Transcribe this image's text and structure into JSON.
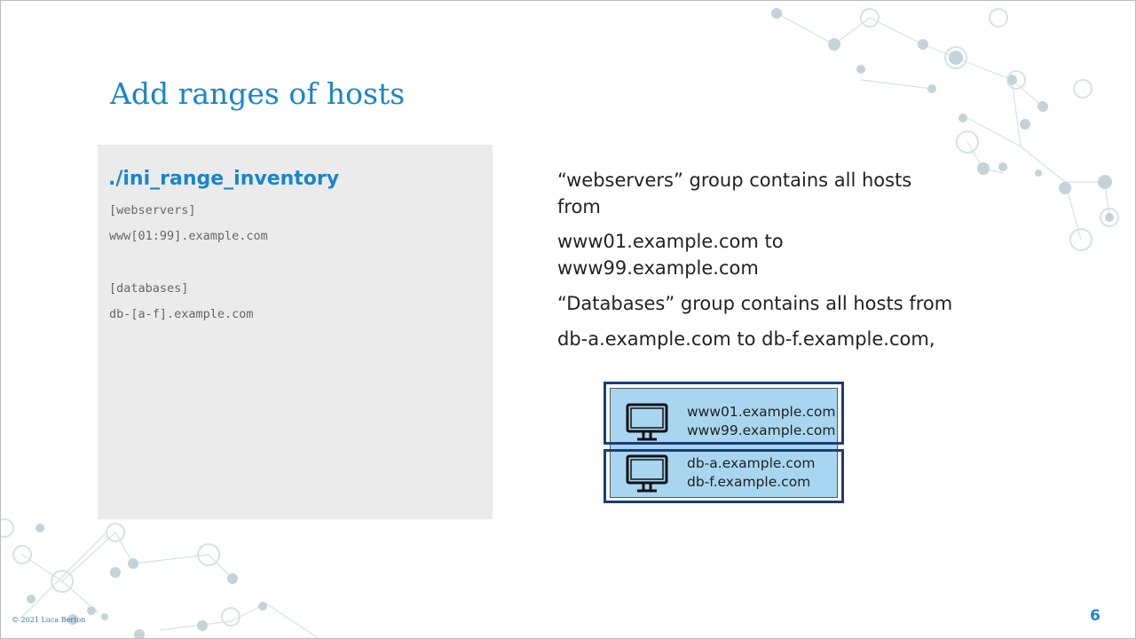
{
  "slide": {
    "title": "Add ranges of hosts",
    "code": {
      "filename": "./ini_range_inventory",
      "lines": [
        "[webservers]",
        "www[01:99].example.com",
        "",
        "[databases]",
        "db-[a-f].example.com"
      ]
    },
    "explanation": [
      "“webservers” group contains all hosts from",
      "www01.example.com to www99.example.com",
      "“Databases” group contains all hosts from",
      "db-a.example.com to db-f.example.com,"
    ],
    "diagram": {
      "groups": [
        {
          "icon": "monitor-icon",
          "hosts": [
            "www01.example.com",
            "www99.example.com"
          ]
        },
        {
          "icon": "monitor-icon",
          "hosts": [
            "db-a.example.com",
            "db-f.example.com"
          ]
        }
      ],
      "fill_color": "#a8d6f0",
      "border_color": "#1a3d78"
    },
    "footer": "© 2021 Luca Berton",
    "page_number": "6",
    "accent_color": "#1a85c8"
  }
}
